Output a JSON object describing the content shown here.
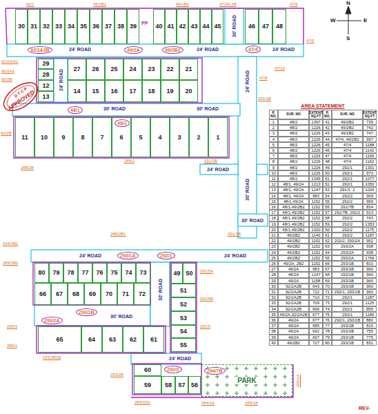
{
  "diagram": {
    "nodes": [
      {
        "text": [
          "1"
        ]
      },
      {
        "text": [
          "2"
        ]
      },
      {
        "text": [
          "3"
        ]
      },
      {
        "text": [
          "4"
        ]
      },
      {
        "text": [
          "5"
        ]
      },
      {
        "text": [
          "6"
        ]
      },
      {
        "text": [
          "7"
        ]
      },
      {
        "text": [
          "8"
        ]
      },
      {
        "text": [
          "9"
        ]
      },
      {
        "text": [
          "10"
        ]
      },
      {
        "text": [
          "11"
        ]
      },
      {
        "text": [
          "12"
        ]
      },
      {
        "text": [
          "13"
        ]
      },
      {
        "text": [
          "14"
        ]
      },
      {
        "text": [
          "15"
        ]
      },
      {
        "text": [
          "16"
        ]
      },
      {
        "text": [
          "17"
        ]
      },
      {
        "text": [
          "18"
        ]
      },
      {
        "text": [
          "19"
        ]
      },
      {
        "text": [
          "20"
        ]
      },
      {
        "text": [
          "21"
        ]
      },
      {
        "text": [
          "22"
        ]
      },
      {
        "text": [
          "23"
        ]
      },
      {
        "text": [
          "24"
        ]
      },
      {
        "text": [
          "25"
        ]
      },
      {
        "text": [
          "26"
        ]
      },
      {
        "text": [
          "27"
        ]
      },
      {
        "text": [
          "28"
        ]
      },
      {
        "text": [
          "29"
        ]
      },
      {
        "text": [
          "30"
        ]
      },
      {
        "text": [
          "31"
        ]
      },
      {
        "text": [
          "32"
        ]
      },
      {
        "text": [
          "33"
        ]
      },
      {
        "text": [
          "34"
        ]
      },
      {
        "text": [
          "35"
        ]
      },
      {
        "text": [
          "36"
        ]
      },
      {
        "text": [
          "37"
        ]
      },
      {
        "text": [
          "38"
        ]
      },
      {
        "text": [
          "39"
        ]
      },
      {
        "text": [
          "40"
        ]
      },
      {
        "text": [
          "41"
        ]
      },
      {
        "text": [
          "42"
        ]
      },
      {
        "text": [
          "43"
        ]
      },
      {
        "text": [
          "44"
        ]
      },
      {
        "text": [
          "45"
        ]
      },
      {
        "text": [
          "46"
        ]
      },
      {
        "text": [
          "47"
        ]
      },
      {
        "text": [
          "48"
        ]
      },
      {
        "text": [
          "49"
        ]
      },
      {
        "text": [
          "50"
        ]
      },
      {
        "text": [
          "51"
        ]
      },
      {
        "text": [
          "52"
        ]
      },
      {
        "text": [
          "53"
        ]
      },
      {
        "text": [
          "54"
        ]
      },
      {
        "text": [
          "55"
        ]
      },
      {
        "text": [
          "56"
        ]
      },
      {
        "text": [
          "57"
        ]
      },
      {
        "text": [
          "58"
        ]
      },
      {
        "text": [
          "59"
        ]
      },
      {
        "text": [
          "60"
        ]
      },
      {
        "text": [
          "61"
        ]
      },
      {
        "text": [
          "62"
        ]
      },
      {
        "text": [
          "63"
        ]
      },
      {
        "text": [
          "64"
        ]
      },
      {
        "text": [
          "65"
        ]
      },
      {
        "text": [
          "66"
        ]
      },
      {
        "text": [
          "67"
        ]
      },
      {
        "text": [
          "68"
        ]
      },
      {
        "text": [
          "69"
        ]
      },
      {
        "text": [
          "70"
        ]
      },
      {
        "text": [
          "71"
        ]
      },
      {
        "text": [
          "72"
        ]
      },
      {
        "text": [
          "73"
        ]
      },
      {
        "text": [
          "74"
        ]
      },
      {
        "text": [
          "75"
        ]
      },
      {
        "text": [
          "76"
        ]
      },
      {
        "text": [
          "77"
        ]
      },
      {
        "text": [
          "78"
        ]
      },
      {
        "text": [
          "79"
        ]
      },
      {
        "text": [
          "80"
        ]
      },
      {
        "text": [
          "294/7B",
          "PARK"
        ]
      }
    ],
    "labels": [
      "AREA STATEMENT",
      "P. NO.",
      "SUR. NO",
      "EXTENT SQ.FT",
      "P. NO.",
      "SUR. NO",
      "EXTENT SQ.FT",
      "1",
      "48/2",
      "1397",
      "41",
      "49/2B2",
      "735",
      "2",
      "48/2",
      "1226",
      "42",
      "49/2B2",
      "742",
      "3",
      "48/2",
      "1226",
      "43",
      "49/2B2",
      "747",
      "4",
      "48/2",
      "1226",
      "44",
      "47/4, 49/2B2",
      "997",
      "5",
      "48/2",
      "1226",
      "45",
      "47/4",
      "1188",
      "6",
      "48/2",
      "1226",
      "46",
      "47/4",
      "1142",
      "7",
      "48/2",
      "1226",
      "47",
      "47/4",
      "1159",
      "8",
      "48/2",
      "1226",
      "48",
      "47/4",
      "1162",
      "9",
      "48/2",
      "1226",
      "49",
      "292/1",
      "1301",
      "10",
      "48/2",
      "1226",
      "50",
      "292/1",
      "973",
      "11",
      "48/2",
      "1345",
      "51",
      "292/1",
      "1077",
      "12",
      "48/1, 49/2A",
      "1213",
      "52",
      "292/1",
      "1050",
      "13",
      "48/1, 49/2A",
      "1247",
      "53",
      "291/1, 2",
      "1026",
      "14",
      "48/1, 49/2A",
      "983",
      "54",
      "292/2",
      "969",
      "15",
      "48/1,49/2A",
      "1152",
      "55",
      "292/2",
      "959",
      "16",
      "48/1,49/2B2",
      "1152",
      "56",
      "291/7B",
      "834",
      "17",
      "48/1,49/2B2",
      "1152",
      "57",
      "291/7B, 292/2",
      "913",
      "18",
      "48/1,49/2B2",
      "1152",
      "58",
      "292/2",
      "743",
      "19",
      "48/1,49/2B2",
      "1152",
      "59",
      "292/2",
      "1353",
      "20",
      "48/1,49/2B2",
      "1020",
      "60",
      "292/2",
      "1175",
      "21",
      "49/2B2",
      "1140",
      "61",
      "292/2",
      "1187",
      "22",
      "49/2B2",
      "1152",
      "62",
      "202/2, 293/2A",
      "952",
      "23",
      "49/2B2",
      "1152",
      "63",
      "293/2A",
      "938",
      "24",
      "49/2B2",
      "1152",
      "64",
      "293/2A",
      "938",
      "25",
      "49/2B2",
      "1152",
      "65",
      "293/2A",
      "1769",
      "26",
      "49/2A, 2B2",
      "1152",
      "66",
      "293/1B",
      "810",
      "27",
      "49/2A",
      "983",
      "67",
      "293/1B",
      "960",
      "28",
      "48/2A",
      "1247",
      "68",
      "293/1B",
      "960",
      "29",
      "49/2A",
      "1158",
      "69",
      "293/1B",
      "960",
      "30",
      "92/2A2B",
      "643",
      "70",
      "293/1B",
      "960",
      "31",
      "92/2A2B",
      "722",
      "71",
      "292/1, 293/1B",
      "960",
      "32",
      "92/2A2B",
      "710",
      "72",
      "292/1",
      "1187",
      "33",
      "92/2A2B",
      "709",
      "73",
      "292/1",
      "1125",
      "34",
      "92/2A2B",
      "696",
      "74",
      "292/1",
      "855",
      "35",
      "49/2A,92/2A2B",
      "677",
      "75",
      "292/1",
      "1186",
      "36",
      "49/2A",
      "677",
      "76",
      "292/1, 293/1B",
      "880",
      "37",
      "49/2A",
      "685",
      "77",
      "293/1B",
      "815",
      "38",
      "49/2A",
      "692",
      "78",
      "293/1B",
      "755",
      "39",
      "49/2A",
      "697",
      "79",
      "293/1B",
      "775",
      "40",
      "49/2B2",
      "727",
      "80",
      "293/1B",
      "831",
      "24' ROAD",
      "24' ROAD",
      "24' ROAD",
      "30' ROAD",
      "24' ROAD",
      "30' ROAD",
      "30' ROAD",
      "24' ROAD",
      "24' ROAD",
      "30' ROAD",
      "30' ROAD",
      "24' ROAD",
      "24' ROAD",
      "30' ROAD",
      "30' ROAD",
      "24' ROAD",
      "92/1",
      "49/1B1",
      "49/1B2",
      "47/3A,3B",
      "47/6",
      "92/2A/A1",
      "92/2A1",
      "92/2B",
      "47/5",
      "47/10",
      "47/8",
      "291/1B",
      "92/2B",
      "291/2B",
      "289/1",
      "288/2B",
      "288/2B1",
      "294/2B2",
      "289/3B2",
      "291/3B",
      "291/5A",
      "291/6B",
      "291/6",
      "289/3",
      "289/1",
      "293/2B1B",
      "293/2B",
      "284/1D2",
      "284/1A",
      "289/1B",
      "285/1A",
      "92/2A2B",
      "49/2A",
      "49/2B2",
      "47/4",
      "48/1",
      "48/2",
      "293/1A",
      "292/1",
      "293/1B",
      "293/2A",
      "292/2",
      "PP",
      "REV-",
      "N",
      "S",
      "W",
      "E",
      "D T C P",
      "APPROVED"
    ]
  }
}
